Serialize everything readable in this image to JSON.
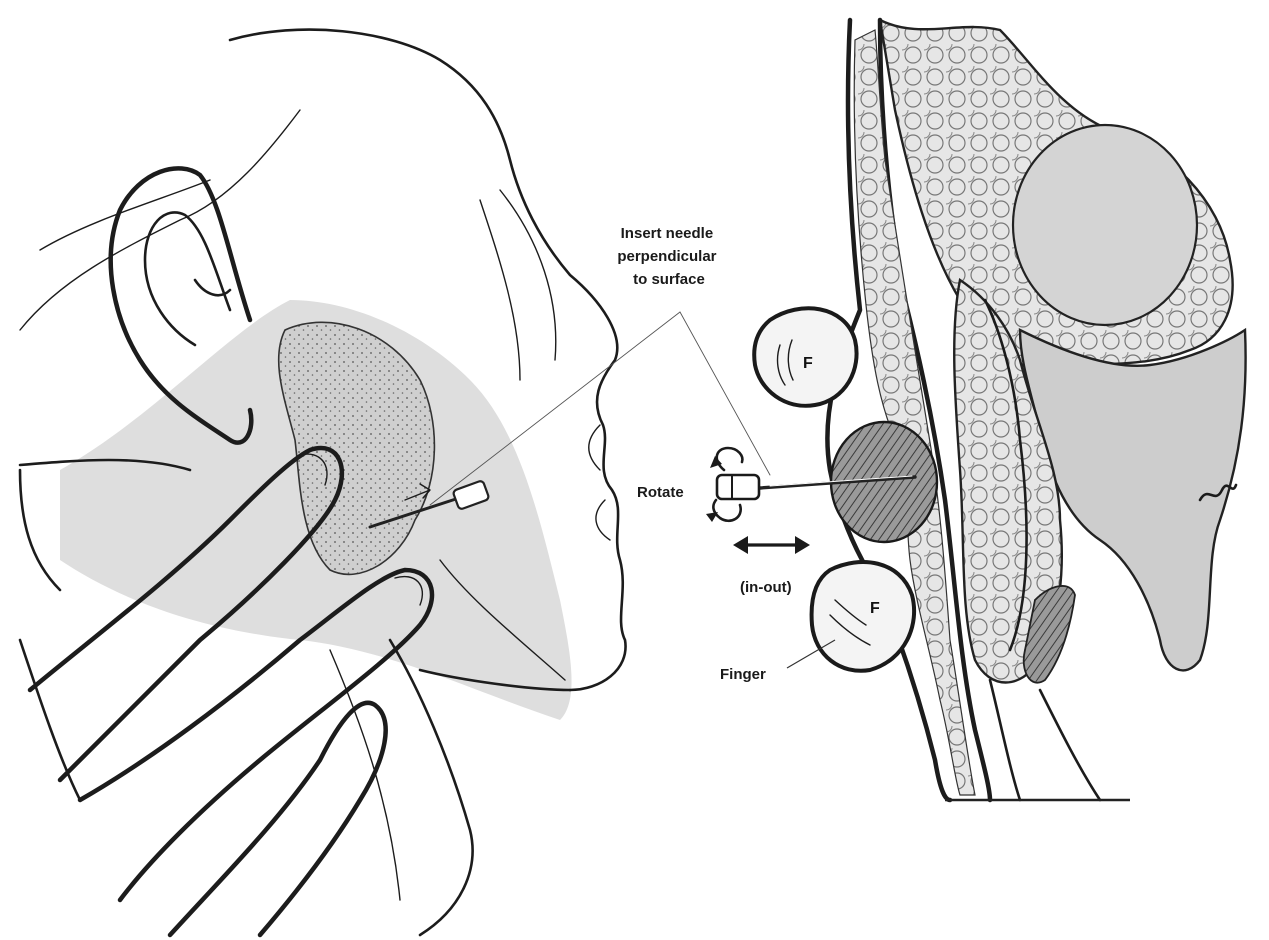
{
  "labels": {
    "needle_instruction": [
      "Insert needle",
      "perpendicular",
      "to surface"
    ],
    "rotate": "Rotate",
    "in_out": "(in-out)",
    "finger": "Finger",
    "finger_marker_top": "F",
    "finger_marker_bottom": "F"
  },
  "colors": {
    "ink": "#1c1c1c",
    "skin_shade": "#d9d9d9",
    "mass_fill": "#8a8a8a",
    "background": "#ffffff"
  }
}
